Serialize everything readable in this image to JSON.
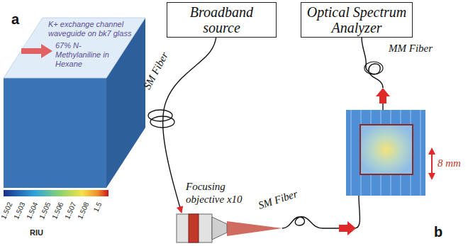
{
  "diagram": {
    "nodes": [
      {
        "text": [
          "Broadband source"
        ]
      },
      {
        "text": [
          "Optical Spectrum Analyzer"
        ]
      },
      {
        "text": [
          "Focusing objective x10"
        ]
      }
    ],
    "edges": [
      {
        "from": 0,
        "to": 2,
        "arrow": "to",
        "label": "SM Fiber"
      }
    ],
    "labels": [
      "a",
      "K+ exchange channel waveguide on bk7 glass",
      "67% N-Methylaniline in Hexane",
      "1.502",
      "1.503",
      "1.504",
      "1.505",
      "1.506",
      "1.507",
      "1.508",
      "1.5",
      "RIU",
      "SM Fiber",
      "MM Fiber",
      "8 mm",
      "b"
    ]
  }
}
